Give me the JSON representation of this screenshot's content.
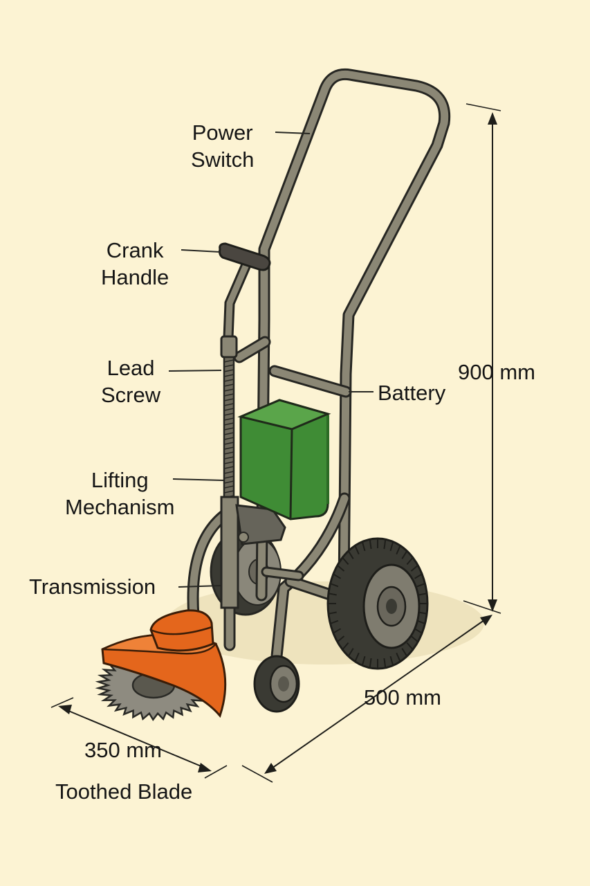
{
  "labels": {
    "power_switch": [
      "Power",
      "Switch"
    ],
    "crank_handle": [
      "Crank",
      "Handle"
    ],
    "lead_screw": [
      "Lead",
      "Screw"
    ],
    "lifting_mechanism": [
      "Lifting",
      "Mechanism"
    ],
    "transmission": "Transmission",
    "battery": "Battery",
    "toothed_blade": "Toothed Blade"
  },
  "dimensions": {
    "height": "900 mm",
    "length": "500 mm",
    "width": "350 mm"
  },
  "colors": {
    "background": "#fcf3d3",
    "frame": "#8b8775",
    "battery": "#3f8c35",
    "blade_guard": "#e4661c",
    "tire": "#3a3a33",
    "outline": "#262622"
  }
}
